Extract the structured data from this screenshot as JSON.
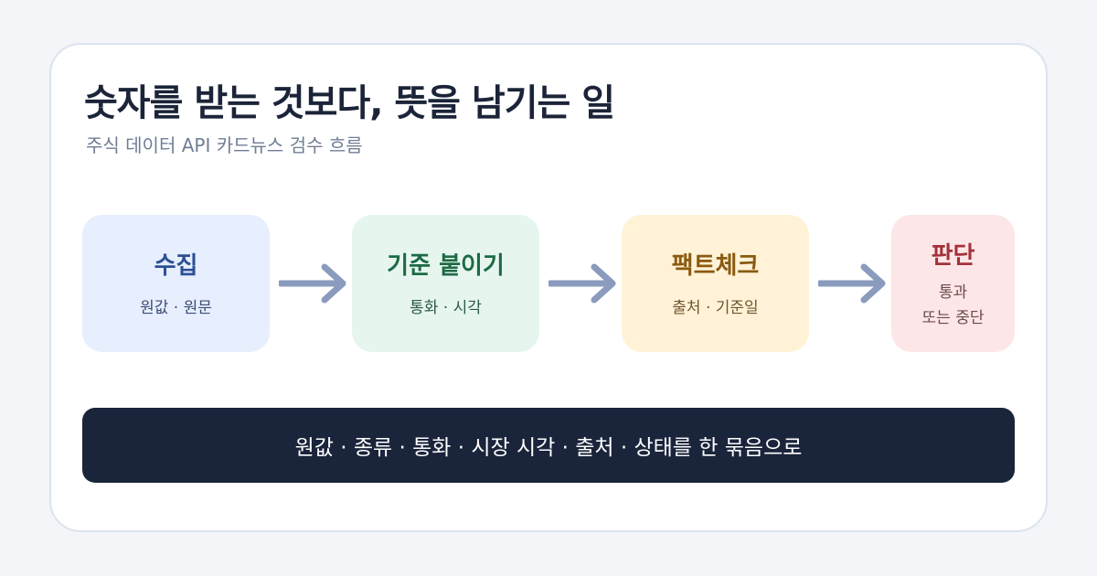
{
  "title": "숫자를 받는 것보다, 뜻을 남기는 일",
  "subtitle": "주식 데이터 API 카드뉴스 검수 흐름",
  "steps": [
    {
      "title": "수집",
      "desc": "원값 · 원문"
    },
    {
      "title": "기준 붙이기",
      "desc": "통화 · 시각"
    },
    {
      "title": "팩트체크",
      "desc": "출처 · 기준일"
    },
    {
      "title": "판단",
      "desc_lines": [
        "통과",
        "또는 중단"
      ]
    }
  ],
  "banner": "원값 · 종류 · 통화 · 시장 시각 · 출처 · 상태를 한 묶음으로",
  "colors": {
    "arrow": "#8a9bbd",
    "banner_bg": "#1a243b",
    "step1_bg": "#e7eefd",
    "step2_bg": "#e6f6ef",
    "step3_bg": "#fff2d6",
    "step4_bg": "#fde6e7"
  }
}
